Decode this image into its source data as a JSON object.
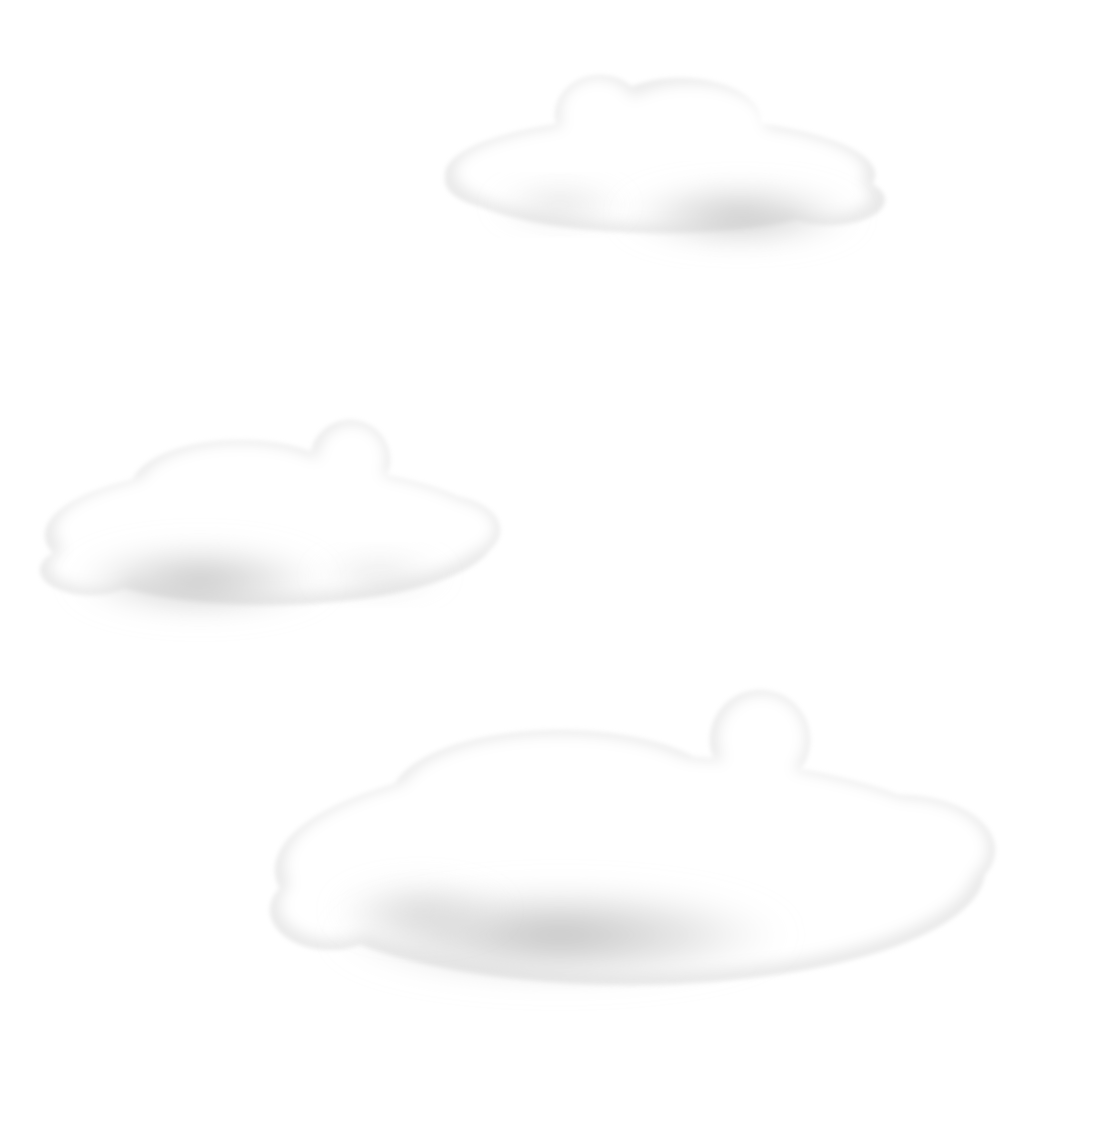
{
  "scene": {
    "background": "#ffffff",
    "cloud_color": "#ffffff",
    "shade_color": "#bdbdbd",
    "clouds": [
      {
        "name": "cloud-top-right"
      },
      {
        "name": "cloud-middle-left"
      },
      {
        "name": "cloud-bottom-center"
      }
    ]
  }
}
